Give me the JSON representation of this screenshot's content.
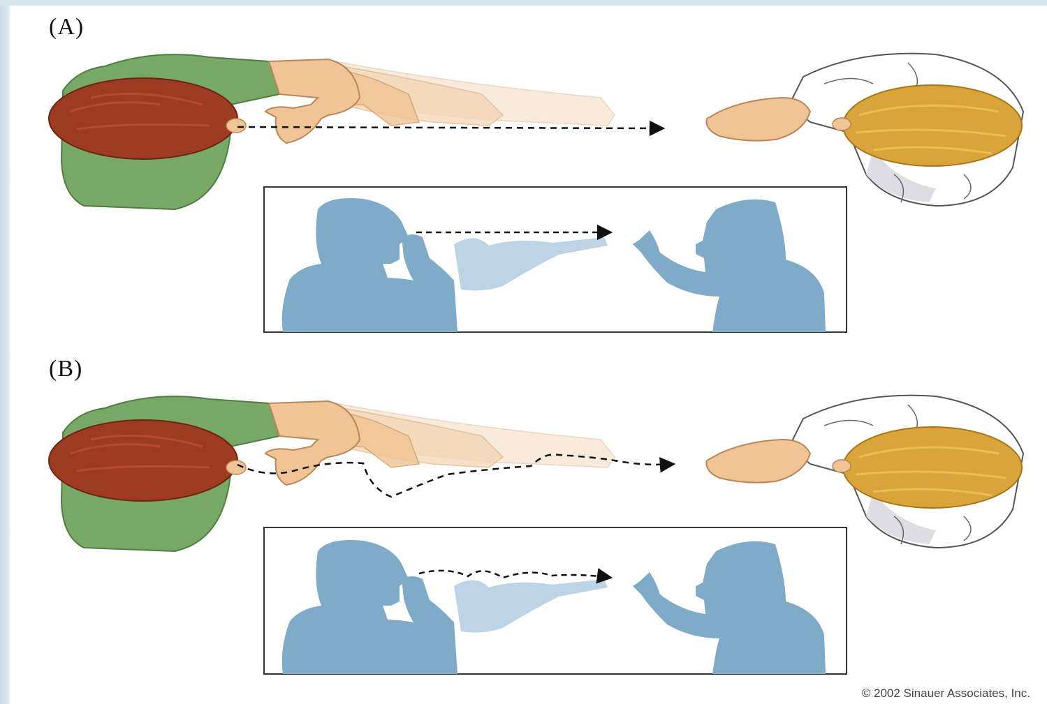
{
  "panels": [
    {
      "label": "(A)",
      "path_type": "straight"
    },
    {
      "label": "(B)",
      "path_type": "wavy"
    }
  ],
  "copyright": "© 2002 Sinauer Associates, Inc.",
  "colors": {
    "signer_hair": "#9c3a22",
    "signer_shirt": "#77a865",
    "skin": "#f0c494",
    "listener_hair": "#d9a53a",
    "silhouette": "#7faac8",
    "silhouette_light": "#b5cfe3",
    "frame": "#333333"
  }
}
